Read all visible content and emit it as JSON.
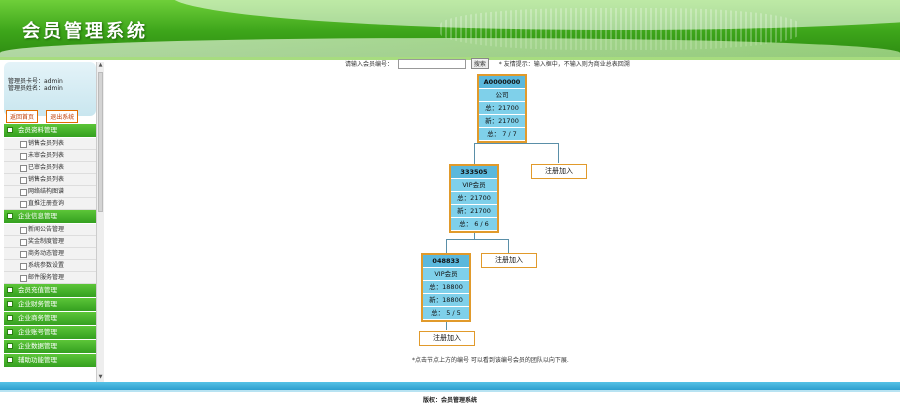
{
  "header": {
    "title": "会员管理系统"
  },
  "user": {
    "card_label": "管理员卡号：admin",
    "name_label": "管理员姓名：admin"
  },
  "buttons": {
    "home": "返回首页",
    "logout": "退出系统"
  },
  "menu": [
    {
      "label": "会员资料管理",
      "items": [
        "销售会员列表",
        "未审会员列表",
        "已审会员列表",
        "销售会员列表",
        "网络结构图谱",
        "直推注册查询"
      ]
    },
    {
      "label": "企业信息管理",
      "items": [
        "新闻公告管理",
        "奖金制度管理",
        "商务动态管理",
        "系统参数设置",
        "邮件服务管理"
      ]
    },
    {
      "label": "会员充值管理",
      "items": []
    },
    {
      "label": "企业财务管理",
      "items": []
    },
    {
      "label": "企业商务管理",
      "items": []
    },
    {
      "label": "企业账号管理",
      "items": []
    },
    {
      "label": "企业数据管理",
      "items": []
    },
    {
      "label": "辅助功能管理",
      "items": []
    }
  ],
  "search": {
    "label": "请输入会员编号：",
    "input_value": "",
    "button": "搜索",
    "hint": "* 友情提示：输入框中，不输入则为商业总表回溯"
  },
  "tree": {
    "nodes": [
      {
        "id": "A0000000",
        "level": "公司",
        "total": "总：21700",
        "new": "新：21700",
        "count": "总： 7 / 7"
      },
      {
        "id": "333505",
        "level": "VIP会员",
        "total": "总：21700",
        "new": "新：21700",
        "count": "总： 6 / 6"
      },
      {
        "id": "048833",
        "level": "VIP会员",
        "total": "总：18800",
        "new": "新：18800",
        "count": "总： 5 / 5"
      }
    ],
    "register_label": "注册加入"
  },
  "note": "*点击节点上方的编号 可以看到该编号会员的团队以向下展.",
  "footer": "版权：会员管理系统"
}
